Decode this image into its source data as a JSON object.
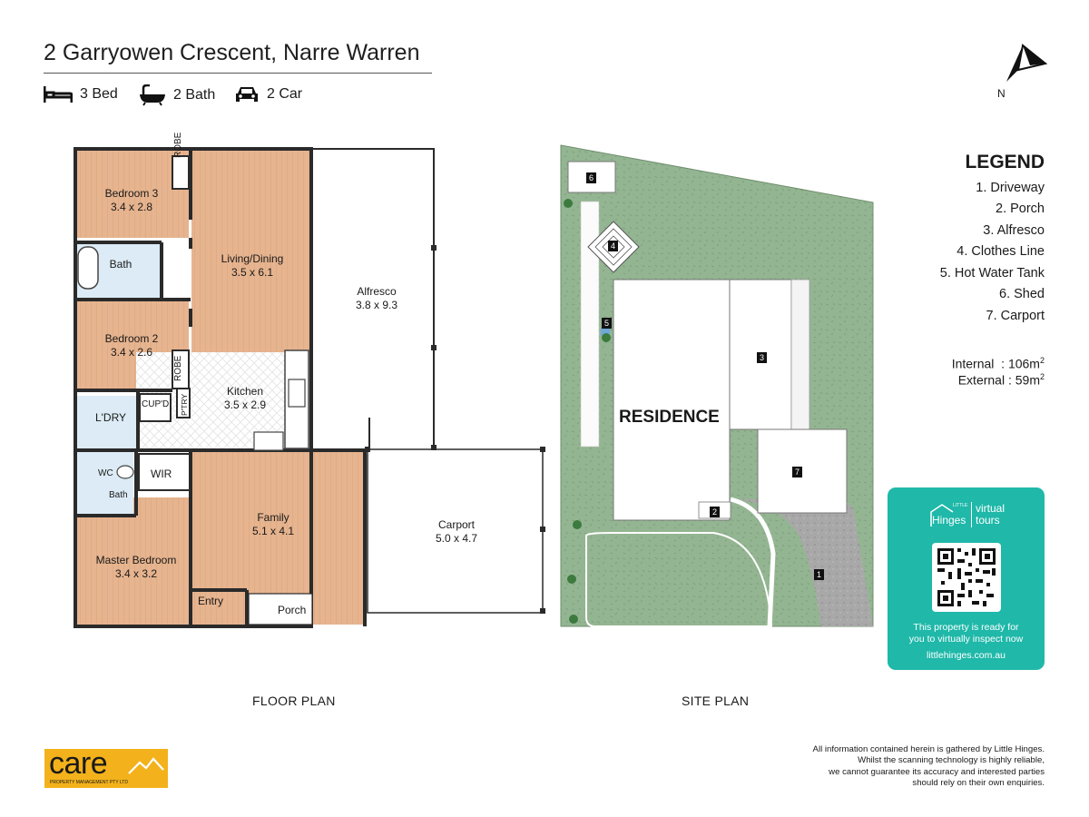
{
  "header": {
    "address": "2 Garryowen Crescent, Narre Warren",
    "features": [
      {
        "icon": "bed-icon",
        "label": "3 Bed"
      },
      {
        "icon": "bath-icon",
        "label": "2 Bath"
      },
      {
        "icon": "car-icon",
        "label": "2 Car"
      }
    ],
    "north_label": "N"
  },
  "floor_plan": {
    "rooms": [
      {
        "name": "Bedroom 3",
        "dims": "3.4 x 2.8"
      },
      {
        "name": "Living/Dining",
        "dims": "3.5 x 6.1"
      },
      {
        "name": "Alfresco",
        "dims": "3.8 x 9.3"
      },
      {
        "name": "Bath",
        "dims": ""
      },
      {
        "name": "Bedroom 2",
        "dims": "3.4 x 2.6"
      },
      {
        "name": "Kitchen",
        "dims": "3.5 x 2.9"
      },
      {
        "name": "L'DRY",
        "dims": ""
      },
      {
        "name": "Family",
        "dims": "5.1 x 4.1"
      },
      {
        "name": "Carport",
        "dims": "5.0 x 4.7"
      },
      {
        "name": "Master Bedroom",
        "dims": "3.4 x 3.2"
      },
      {
        "name": "Entry",
        "dims": ""
      },
      {
        "name": "Porch",
        "dims": ""
      }
    ],
    "labels": {
      "robe_top": "ROBE",
      "robe_bottom": "ROBE",
      "cupd": "CUP'D",
      "ptry": "P'TRY",
      "wc": "WC",
      "wir": "WIR",
      "bath_small": "Bath"
    },
    "caption": "FLOOR PLAN"
  },
  "site_plan": {
    "residence_label": "RESIDENCE",
    "markers": [
      "1",
      "2",
      "3",
      "4",
      "5",
      "6",
      "7"
    ],
    "caption": "SITE PLAN"
  },
  "legend": {
    "title": "LEGEND",
    "items": [
      "1. Driveway",
      "2. Porch",
      "3. Alfresco",
      "4. Clothes Line",
      "5. Hot Water Tank",
      "6. Shed",
      "7. Carport"
    ],
    "internal_label": "Internal  : ",
    "internal_value": "106m",
    "external_label": "External : ",
    "external_value": "59m",
    "unit_superscript": "2"
  },
  "virtual_tours": {
    "brand_small": "LITTLE",
    "brand_logo": "Hinges",
    "brand_word1": "virtual",
    "brand_word2": "tours",
    "message_line1": "This property is ready for",
    "message_line2": "you to virtually inspect now",
    "url": "littlehinges.com.au",
    "accent_color": "#1fb8a9"
  },
  "agency": {
    "name": "care",
    "tagline": "PROPERTY MANAGEMENT PTY LTD",
    "brand_color": "#f3b21b"
  },
  "disclaimer": {
    "line1": "All information contained herein is gathered by Little Hinges.",
    "line2": "Whilst the scanning technology is highly reliable,",
    "line3": "we cannot guarantee its accuracy and interested parties",
    "line4": "should rely on their own enquiries."
  }
}
